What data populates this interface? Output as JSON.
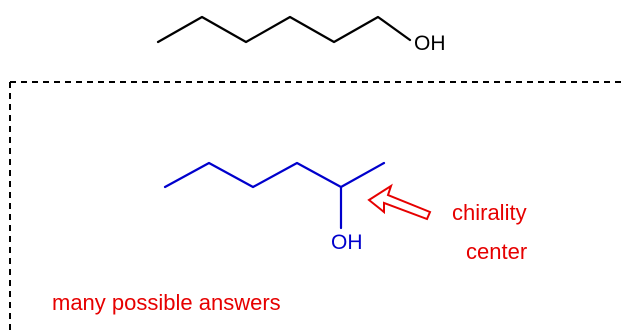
{
  "molecule_top": {
    "hydroxyl_label": "OH",
    "bond_color": "#000000"
  },
  "molecule_answer": {
    "hydroxyl_label": "OH",
    "bond_color": "#0000cc"
  },
  "annotation": {
    "line1": "chirality",
    "line2": "center",
    "color": "#e60000",
    "arrow_icon": "hollow-arrow-icon"
  },
  "footer": {
    "text": "many possible answers"
  },
  "frame": {
    "style": "dashed",
    "color": "#000000"
  }
}
